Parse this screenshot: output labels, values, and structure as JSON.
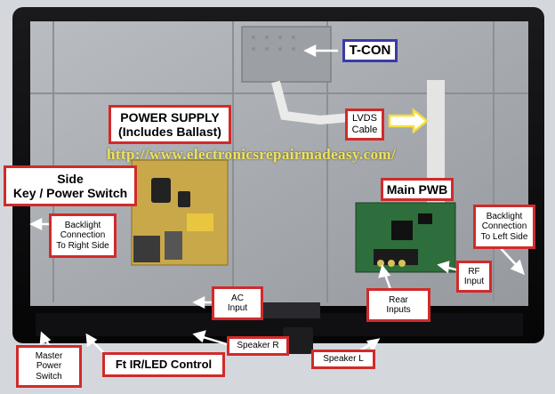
{
  "labels": {
    "tcon": "T-CON",
    "power_supply_line1": "POWER SUPPLY",
    "power_supply_line2": "(Includes Ballast)",
    "lvds_line1": "LVDS",
    "lvds_line2": "Cable",
    "side_line1": "Side",
    "side_line2": "Key / Power Switch",
    "main_pwb": "Main PWB",
    "backlight_right_line1": "Backlight",
    "backlight_right_line2": "Connection",
    "backlight_right_line3": "To Right Side",
    "backlight_left_line1": "Backlight",
    "backlight_left_line2": "Connection",
    "backlight_left_line3": "To Left Side",
    "rf_line1": "RF",
    "rf_line2": "Input",
    "ac_line1": "AC",
    "ac_line2": "Input",
    "rear_line1": "Rear",
    "rear_line2": "Inputs",
    "speaker_r": "Speaker R",
    "speaker_l": "Speaker L",
    "master_line1": "Master",
    "master_line2": "Power",
    "master_line3": "Switch",
    "ft_ir": "Ft IR/LED Control"
  },
  "watermark_url": "http://www.electronicsrepairmadeasy.com/",
  "colors": {
    "label_border": "#d22a2a",
    "tcon_border": "#3a3aa8",
    "watermark": "#f0e35a",
    "arrow": "#ffffff",
    "arrow_yellow": "#f6e03c"
  }
}
